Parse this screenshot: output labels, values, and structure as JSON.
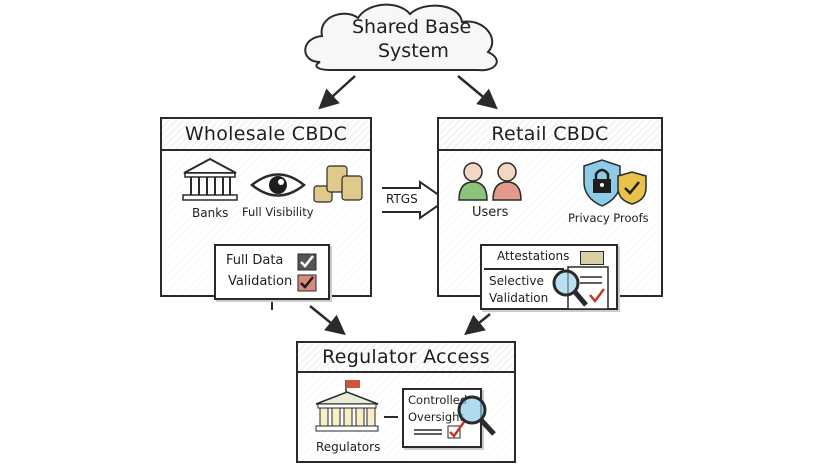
{
  "cloud": {
    "line1": "Shared Base",
    "line2": "System"
  },
  "wholesale": {
    "title": "Wholesale CBDC",
    "banks_label": "Banks",
    "visibility_label": "Full Visibility",
    "validation_line1": "Full Data",
    "validation_line2": "Validation"
  },
  "rtgs_label": "RTGS",
  "retail": {
    "title": "Retail CBDC",
    "users_label": "Users",
    "privacy_label": "Privacy Proofs",
    "attestations_label": "Attestations",
    "selective_line1": "Selective",
    "selective_line2": "Validation"
  },
  "regulator": {
    "title": "Regulator Access",
    "regulators_label": "Regulators",
    "oversight_line1": "Controlled",
    "oversight_line2": "Oversight"
  },
  "colors": {
    "user_green": "#8cc47a",
    "user_red": "#e39a8c",
    "shield_blue": "#8ecbe8",
    "shield_gold": "#e8c24a",
    "check_red": "#c0392b",
    "flag_red": "#d0533b",
    "coin_gold": "#e0c98a"
  }
}
